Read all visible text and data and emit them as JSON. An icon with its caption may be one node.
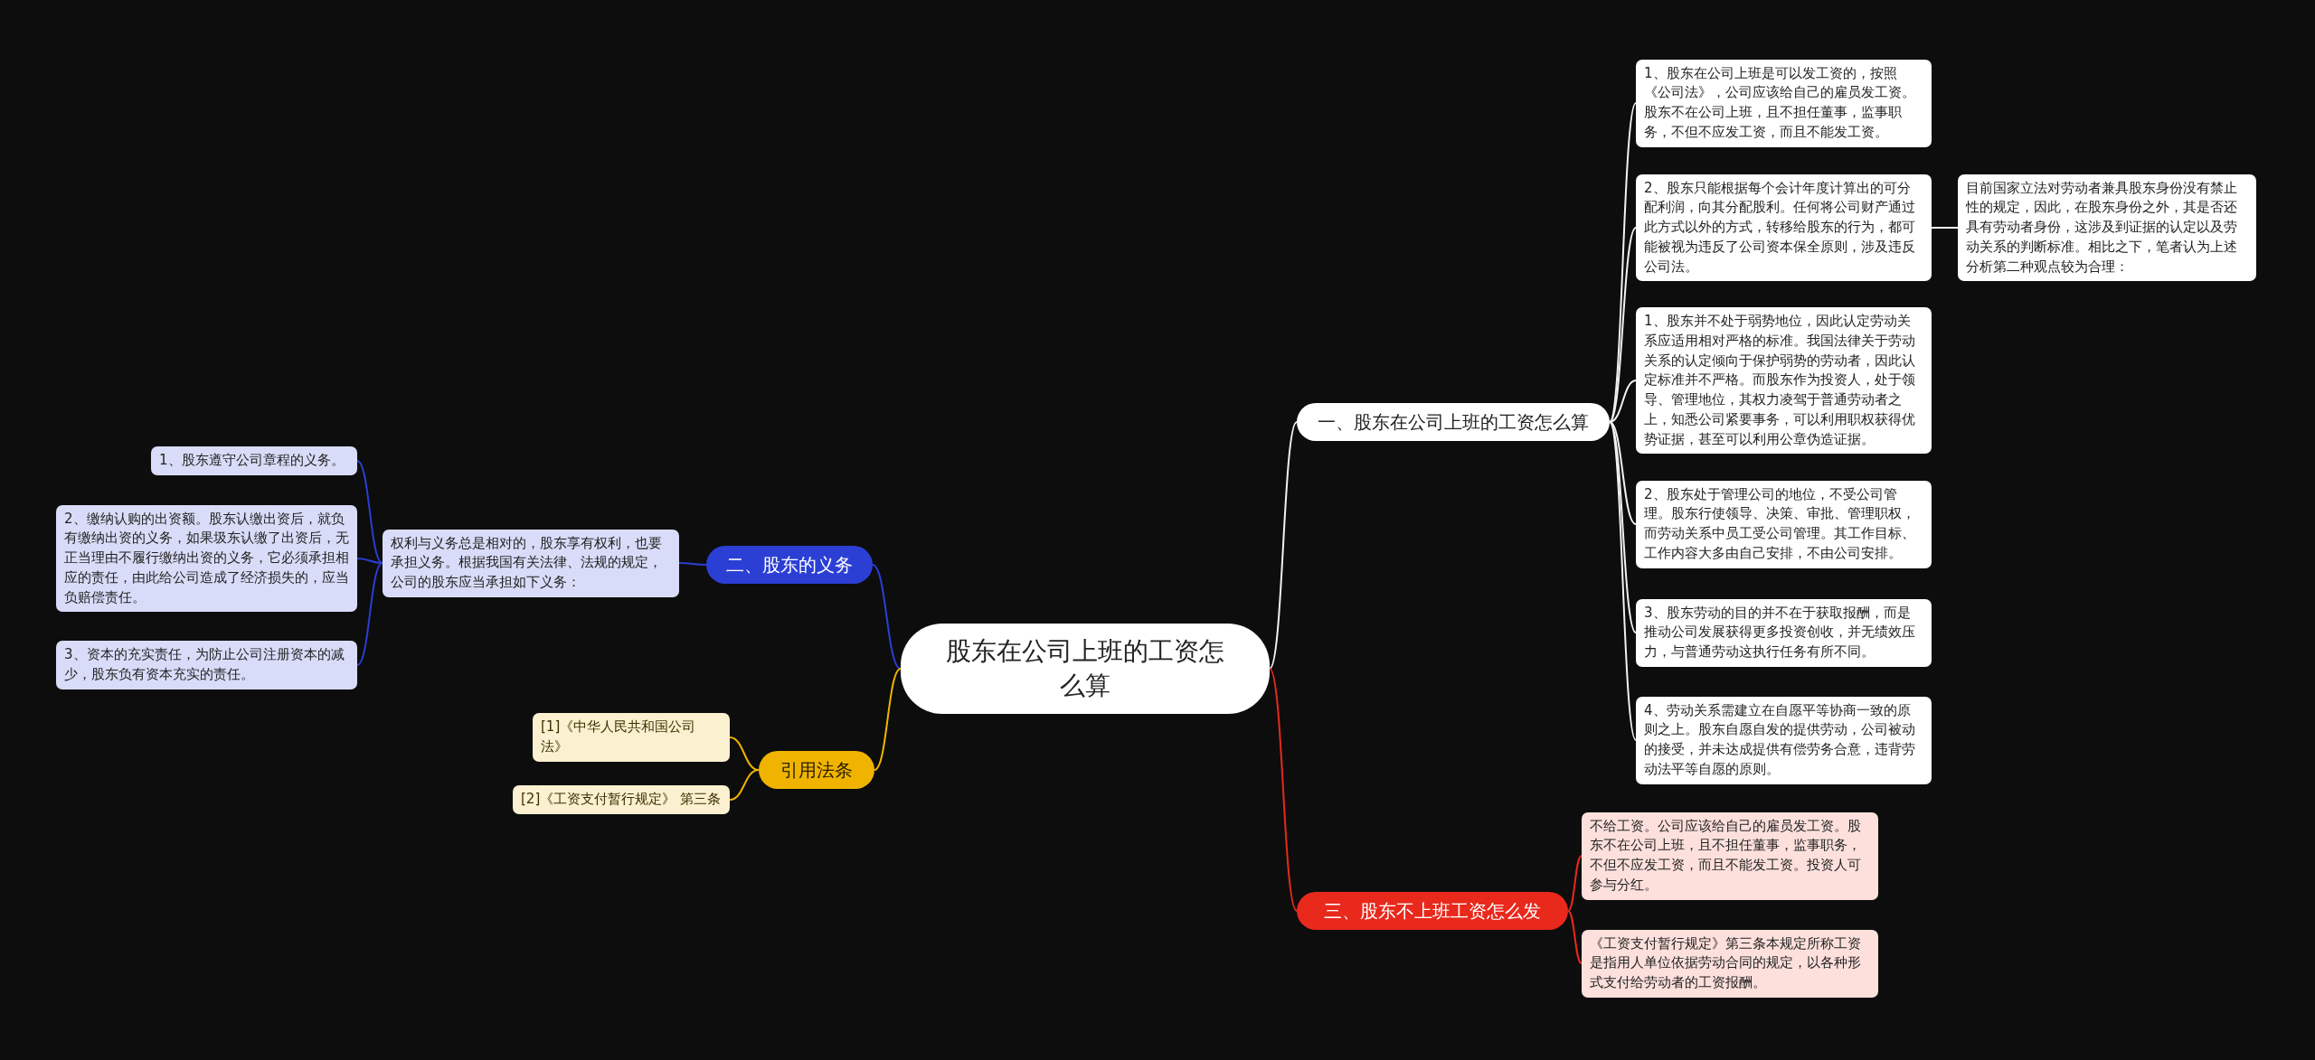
{
  "diagram": {
    "nodes": [
      {
        "text": [
          "股东在公司上班的工资怎么算"
        ]
      },
      {
        "text": [
          "一、股东在公司上班的工资怎么算"
        ]
      },
      {
        "text": [
          "1、股东在公司上班是可以发工资的，按照《公司法》，公司应该给自己的雇员发工资。股东不在公司上班，且不担任董事，监事职务，不但不应发工资，而且不能发工资。"
        ]
      },
      {
        "text": [
          "2、股东只能根据每个会计年度计算出的可分配利润，向其分配股利。任何将公司财产通过此方式以外的方式，转移给股东的行为，都可能被视为违反了公司资本保全原则，涉及违反公司法。"
        ]
      },
      {
        "text": [
          "目前国家立法对劳动者兼具股东身份没有禁止性的规定，因此，在股东身份之外，其是否还具有劳动者身份，这涉及到证据的认定以及劳动关系的判断标准。相比之下，笔者认为上述分析第二种观点较为合理："
        ]
      },
      {
        "text": [
          "1、股东并不处于弱势地位，因此认定劳动关系应适用相对严格的标准。我国法律关于劳动关系的认定倾向于保护弱势的劳动者，因此认定标准并不严格。而股东作为投资人，处于领导、管理地位，其权力凌驾于普通劳动者之上，知悉公司紧要事务，可以利用职权获得优势证据，甚至可以利用公章伪造证据。"
        ]
      },
      {
        "text": [
          "2、股东处于管理公司的地位，不受公司管理。股东行使领导、决策、审批、管理职权，而劳动关系中员工受公司管理。其工作目标、工作内容大多由自己安排，不由公司安排。"
        ]
      },
      {
        "text": [
          "3、股东劳动的目的并不在于获取报酬，而是推动公司发展获得更多投资创收，并无绩效压力，与普通劳动这执行任务有所不同。"
        ]
      },
      {
        "text": [
          "4、劳动关系需建立在自愿平等协商一致的原则之上。股东自愿自发的提供劳动，公司被动的接受，并未达成提供有偿劳务合意，违背劳动法平等自愿的原则。"
        ]
      },
      {
        "text": [
          "二、股东的义务"
        ]
      },
      {
        "text": [
          "权利与义务总是相对的，股东享有权利，也要承担义务。根据我国有关法律、法规的规定，公司的股东应当承担如下义务："
        ]
      },
      {
        "text": [
          "1、股东遵守公司章程的义务。"
        ]
      },
      {
        "text": [
          "2、缴纳认购的出资额。股东认缴出资后，就负有缴纳出资的义务，如果圾东认缴了出资后，无正当理由不履行缴纳出资的义务，它必须承担相应的责任，由此给公司造成了经济损失的，应当负赔偿责任。"
        ]
      },
      {
        "text": [
          "3、资本的充实责任，为防止公司注册资本的减少，股东负有资本充实的责任。"
        ]
      },
      {
        "text": [
          "引用法条"
        ]
      },
      {
        "text": [
          "[1]《中华人民共和国公司法》"
        ]
      },
      {
        "text": [
          "[2]《工资支付暂行规定》 第三条"
        ]
      },
      {
        "text": [
          "三、股东不上班工资怎么发"
        ]
      },
      {
        "text": [
          "不给工资。公司应该给自己的雇员发工资。股东不在公司上班，且不担任董事，监事职务，不但不应发工资，而且不能发工资。投资人可参与分红。"
        ]
      },
      {
        "text": [
          "《工资支付暂行规定》第三条本规定所称工资是指用人单位依据劳动合同的规定，以各种形式支付给劳动者的工资报酬。"
        ]
      }
    ],
    "edges": [
      {
        "from": 0,
        "to": 1,
        "arrow": "none"
      },
      {
        "from": 1,
        "to": 2,
        "arrow": "none"
      },
      {
        "from": 1,
        "to": 3,
        "arrow": "none"
      },
      {
        "from": 3,
        "to": 4,
        "arrow": "none"
      },
      {
        "from": 1,
        "to": 5,
        "arrow": "none"
      },
      {
        "from": 1,
        "to": 6,
        "arrow": "none"
      },
      {
        "from": 1,
        "to": 7,
        "arrow": "none"
      },
      {
        "from": 1,
        "to": 8,
        "arrow": "none"
      },
      {
        "from": 0,
        "to": 9,
        "arrow": "none",
        "color": "#2b3fd4"
      },
      {
        "from": 9,
        "to": 10,
        "arrow": "none",
        "color": "#2b3fd4"
      },
      {
        "from": 10,
        "to": 11,
        "arrow": "none",
        "color": "#2b3fd4"
      },
      {
        "from": 10,
        "to": 12,
        "arrow": "none",
        "color": "#2b3fd4"
      },
      {
        "from": 10,
        "to": 13,
        "arrow": "none",
        "color": "#2b3fd4"
      },
      {
        "from": 0,
        "to": 14,
        "arrow": "none",
        "color": "#f0b400"
      },
      {
        "from": 14,
        "to": 15,
        "arrow": "none",
        "color": "#f0b400"
      },
      {
        "from": 14,
        "to": 16,
        "arrow": "none",
        "color": "#f0b400"
      },
      {
        "from": 0,
        "to": 17,
        "arrow": "none",
        "color": "#e8291c"
      },
      {
        "from": 17,
        "to": 18,
        "arrow": "none",
        "color": "#e8291c"
      },
      {
        "from": 17,
        "to": 19,
        "arrow": "none",
        "color": "#e8291c"
      }
    ]
  }
}
